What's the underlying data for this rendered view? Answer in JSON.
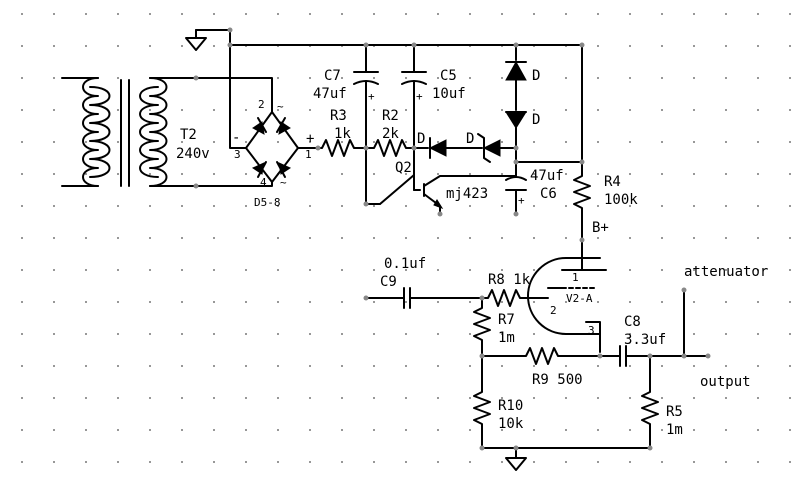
{
  "labels": {
    "t2_name": "T2",
    "t2_volt": "240v",
    "bridge_pin1": "1",
    "bridge_pin2": "2",
    "bridge_pin3": "3",
    "bridge_pin4": "4",
    "bridge_plus": "+",
    "bridge_minus": "-",
    "bridge_ac_top": "~",
    "bridge_ac_bottom": "~",
    "bridge_name": "D5-8",
    "c7_name": "C7",
    "c7_val": "47uf",
    "c5_name": "C5",
    "c5_val": "10uf",
    "r3_name": "R3",
    "r3_val": "1k",
    "r2_name": "R2",
    "r2_val": "2k",
    "d_top_a": "D",
    "d_top_b": "D",
    "d_mid_a": "D",
    "d_mid_b": "D",
    "q2_name": "Q2",
    "q2_type": "mj423",
    "c6_val": "47uf",
    "c6_name": "C6",
    "r4_name": "R4",
    "r4_val": "100k",
    "bplus": "B+",
    "c9_val": "0.1uf",
    "c9_name": "C9",
    "r8_label": "R8 1k",
    "v2a_name": "V2-A",
    "tube_pin1": "1",
    "tube_pin2": "2",
    "tube_pin3": "3",
    "r7_name": "R7",
    "r7_val": "1m",
    "c8_name": "C8",
    "c8_val": "3.3uf",
    "r9_label": "R9 500",
    "attenuator": "attenuator",
    "output": "output",
    "r10_name": "R10",
    "r10_val": "10k",
    "r5_name": "R5",
    "r5_val": "1m"
  }
}
